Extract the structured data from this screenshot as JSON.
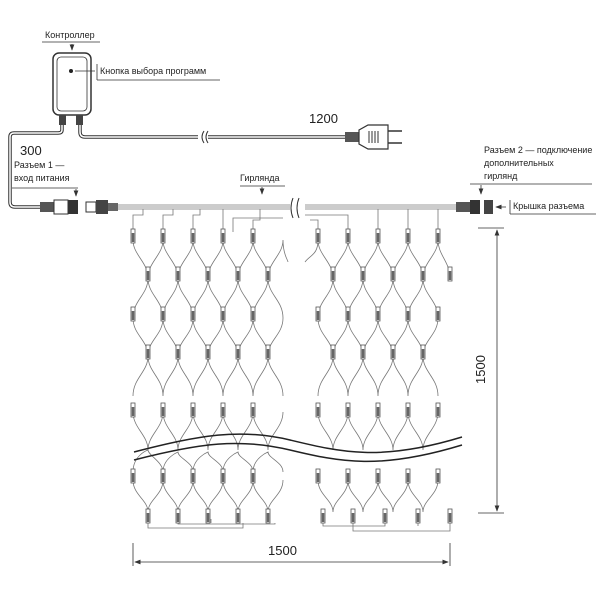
{
  "labels": {
    "controller": "Контроллер",
    "program_button": "Кнопка выбора программ",
    "connector1_line1": "Разъем 1 —",
    "connector1_line2": "вход питания",
    "garland": "Гирлянда",
    "connector2_line1": "Разъем 2 — подключение",
    "connector2_line2": "дополнительных",
    "connector2_line3": "гирлянд",
    "connector_cap": "Крышка разъема"
  },
  "dimensions": {
    "power_cable_length": "1200",
    "controller_cable_length": "300",
    "width": "1500",
    "height": "1500"
  },
  "colors": {
    "line": "#333333",
    "wire": "#888888",
    "background": "#ffffff"
  }
}
